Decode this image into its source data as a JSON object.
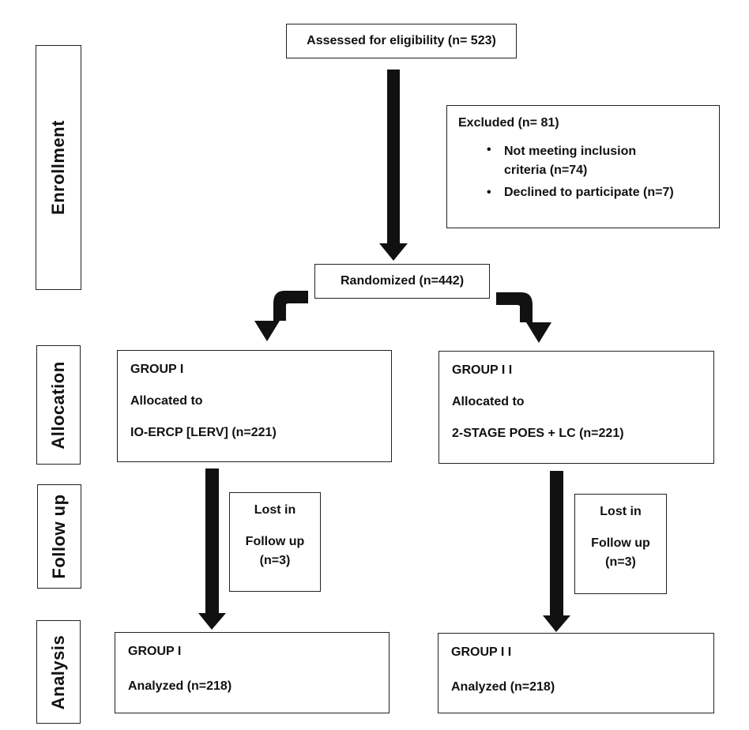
{
  "sidebar": {
    "enrollment": "Enrollment",
    "allocation": "Allocation",
    "follow_up": "Follow up",
    "analysis": "Analysis"
  },
  "enrollment": {
    "assessed": "Assessed for eligibility (n= 523)",
    "excluded_title": "Excluded (n= 81)",
    "excluded_reasons": [
      "Not meeting inclusion criteria (n=74)",
      "Declined to participate (n=7)"
    ],
    "randomized": "Randomized (n=442)"
  },
  "group1": {
    "title": "GROUP I",
    "allocated": "Allocated to",
    "treatment": "IO-ERCP [LERV]  (n=221)",
    "lost_line1": "Lost in",
    "lost_line2": "Follow up",
    "lost_count": "(n=3)",
    "analysis_title": "GROUP I",
    "analyzed": "Analyzed (n=218)"
  },
  "group2": {
    "title": "GROUP I I",
    "allocated": "Allocated to",
    "treatment": "2-STAGE  POES + LC (n=221)",
    "lost_line1": "Lost in",
    "lost_line2": "Follow up",
    "lost_count": "(n=3)",
    "analysis_title": "GROUP I I",
    "analyzed": "Analyzed (n=218)"
  }
}
